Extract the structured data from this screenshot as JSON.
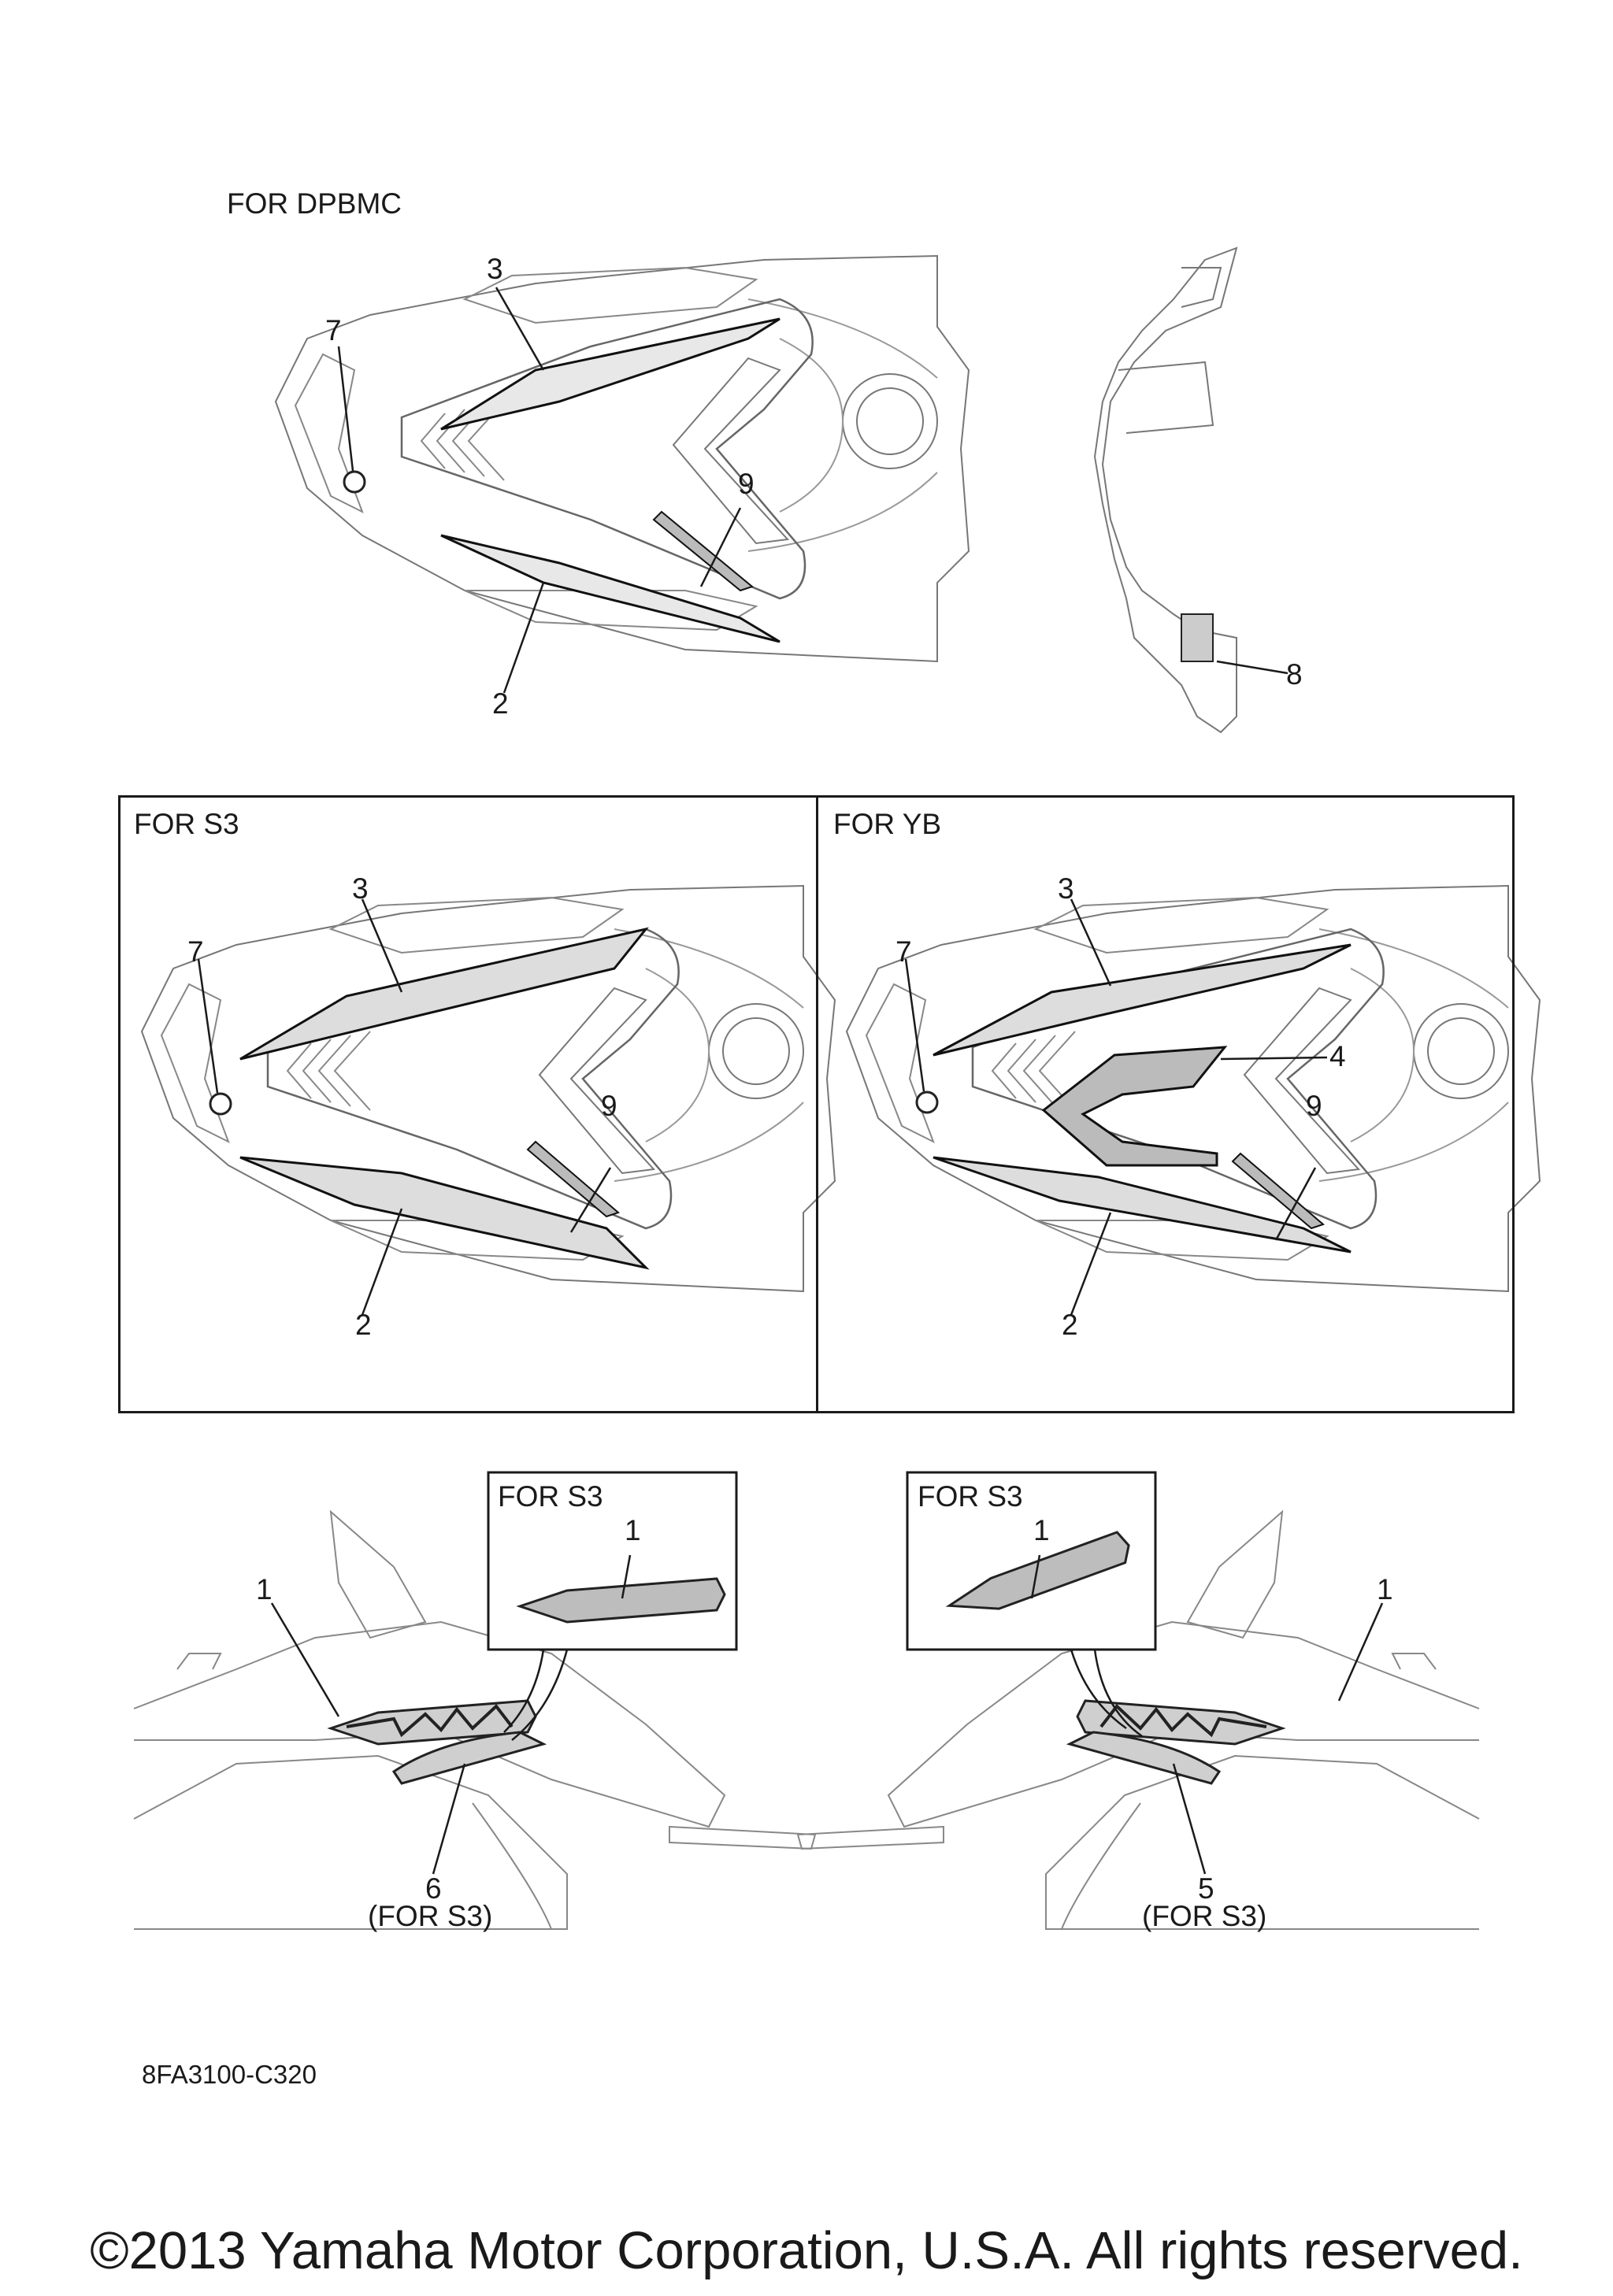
{
  "diagram_code": "8FA3100-C320",
  "copyright": "©2013 Yamaha Motor Corporation, U.S.A. All rights reserved.",
  "sections": {
    "top": {
      "title": "FOR DPBMC",
      "callouts": [
        "3",
        "7",
        "9",
        "2",
        "8"
      ]
    },
    "middle_left": {
      "title": "FOR S3",
      "callouts": [
        "3",
        "7",
        "9",
        "2"
      ]
    },
    "middle_right": {
      "title": "FOR YB",
      "callouts": [
        "3",
        "7",
        "4",
        "9",
        "2"
      ]
    },
    "bottom_left": {
      "inset_title": "FOR S3",
      "inset_callout": "1",
      "callouts": [
        "1",
        "6"
      ],
      "note": "(FOR S3)"
    },
    "bottom_right": {
      "inset_title": "FOR S3",
      "inset_callout": "1",
      "callouts": [
        "1",
        "5"
      ],
      "note": "(FOR S3)"
    }
  }
}
